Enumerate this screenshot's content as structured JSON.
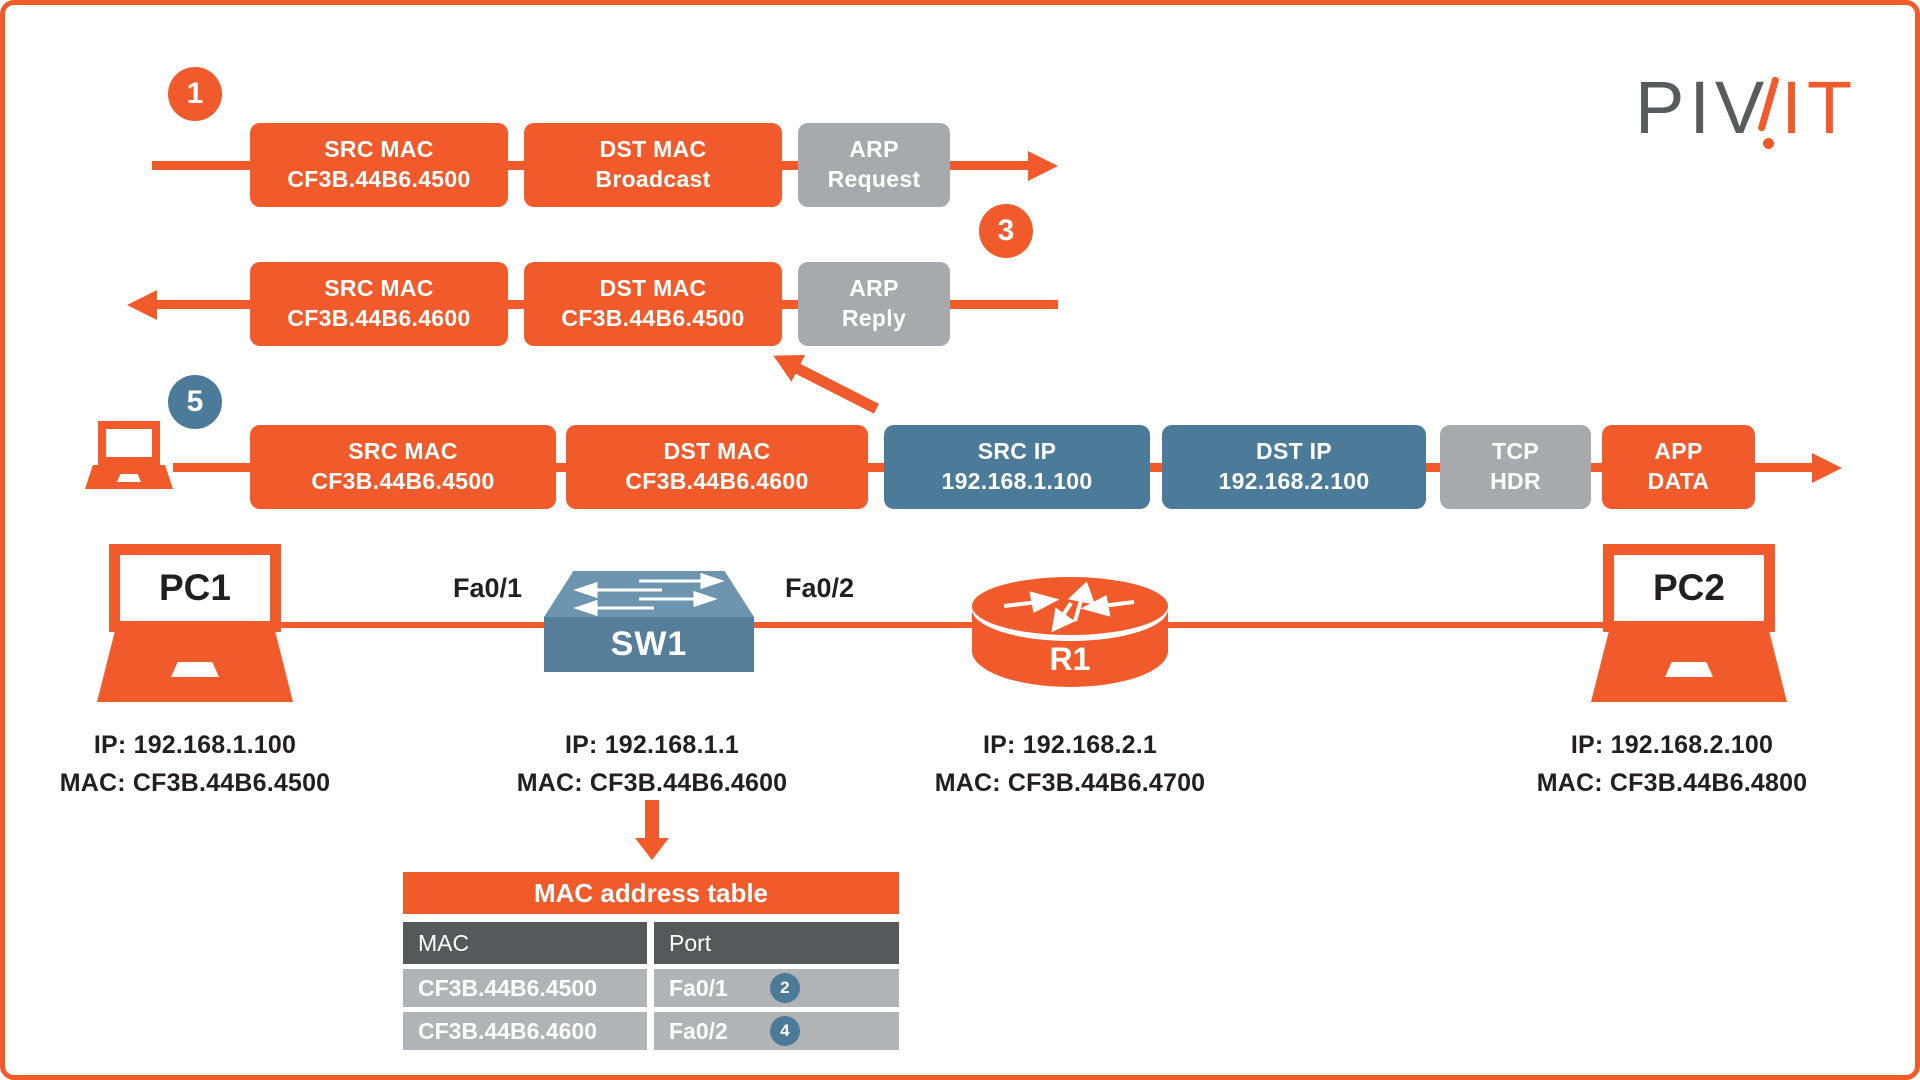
{
  "colors": {
    "orange": "#F15B2B",
    "steel_blue": "#4C7B99",
    "gray": "#A7A9AC",
    "dark_gray": "#57585A",
    "light_gray": "#B1B3B6",
    "text_dark": "#231F20",
    "logo_gray": "#5A5B5E"
  },
  "logo": {
    "gray_part": "PIV",
    "orange_part": "IT"
  },
  "flows": [
    {
      "number": "1",
      "boxes": [
        {
          "line1": "SRC MAC",
          "line2": "CF3B.44B6.4500"
        },
        {
          "line1": "DST MAC",
          "line2": "Broadcast"
        },
        {
          "line1": "ARP",
          "line2": "Request"
        }
      ]
    },
    {
      "number": "3",
      "boxes": [
        {
          "line1": "SRC MAC",
          "line2": "CF3B.44B6.4600"
        },
        {
          "line1": "DST MAC",
          "line2": "CF3B.44B6.4500"
        },
        {
          "line1": "ARP",
          "line2": "Reply"
        }
      ]
    },
    {
      "number": "5",
      "boxes": [
        {
          "line1": "SRC MAC",
          "line2": "CF3B.44B6.4500"
        },
        {
          "line1": "DST MAC",
          "line2": "CF3B.44B6.4600"
        },
        {
          "line1": "SRC IP",
          "line2": "192.168.1.100"
        },
        {
          "line1": "DST IP",
          "line2": "192.168.2.100"
        },
        {
          "line1": "TCP",
          "line2": "HDR"
        },
        {
          "line1": "APP",
          "line2": "DATA"
        }
      ]
    }
  ],
  "devices": {
    "pc1": {
      "label": "PC1",
      "ip": "IP: 192.168.1.100",
      "mac": "MAC: CF3B.44B6.4500"
    },
    "sw1": {
      "label": "SW1",
      "port_left": "Fa0/1",
      "port_right": "Fa0/2",
      "ip": "IP: 192.168.1.1",
      "mac": "MAC: CF3B.44B6.4600"
    },
    "r1": {
      "label": "R1",
      "ip": "IP: 192.168.2.1",
      "mac": "MAC: CF3B.44B6.4700"
    },
    "pc2": {
      "label": "PC2",
      "ip": "IP: 192.168.2.100",
      "mac": "MAC: CF3B.44B6.4800"
    }
  },
  "mac_table": {
    "title": "MAC address table",
    "headers": [
      "MAC",
      "Port"
    ],
    "rows": [
      {
        "mac": "CF3B.44B6.4500",
        "port": "Fa0/1",
        "badge": "2"
      },
      {
        "mac": "CF3B.44B6.4600",
        "port": "Fa0/2",
        "badge": "4"
      }
    ]
  }
}
